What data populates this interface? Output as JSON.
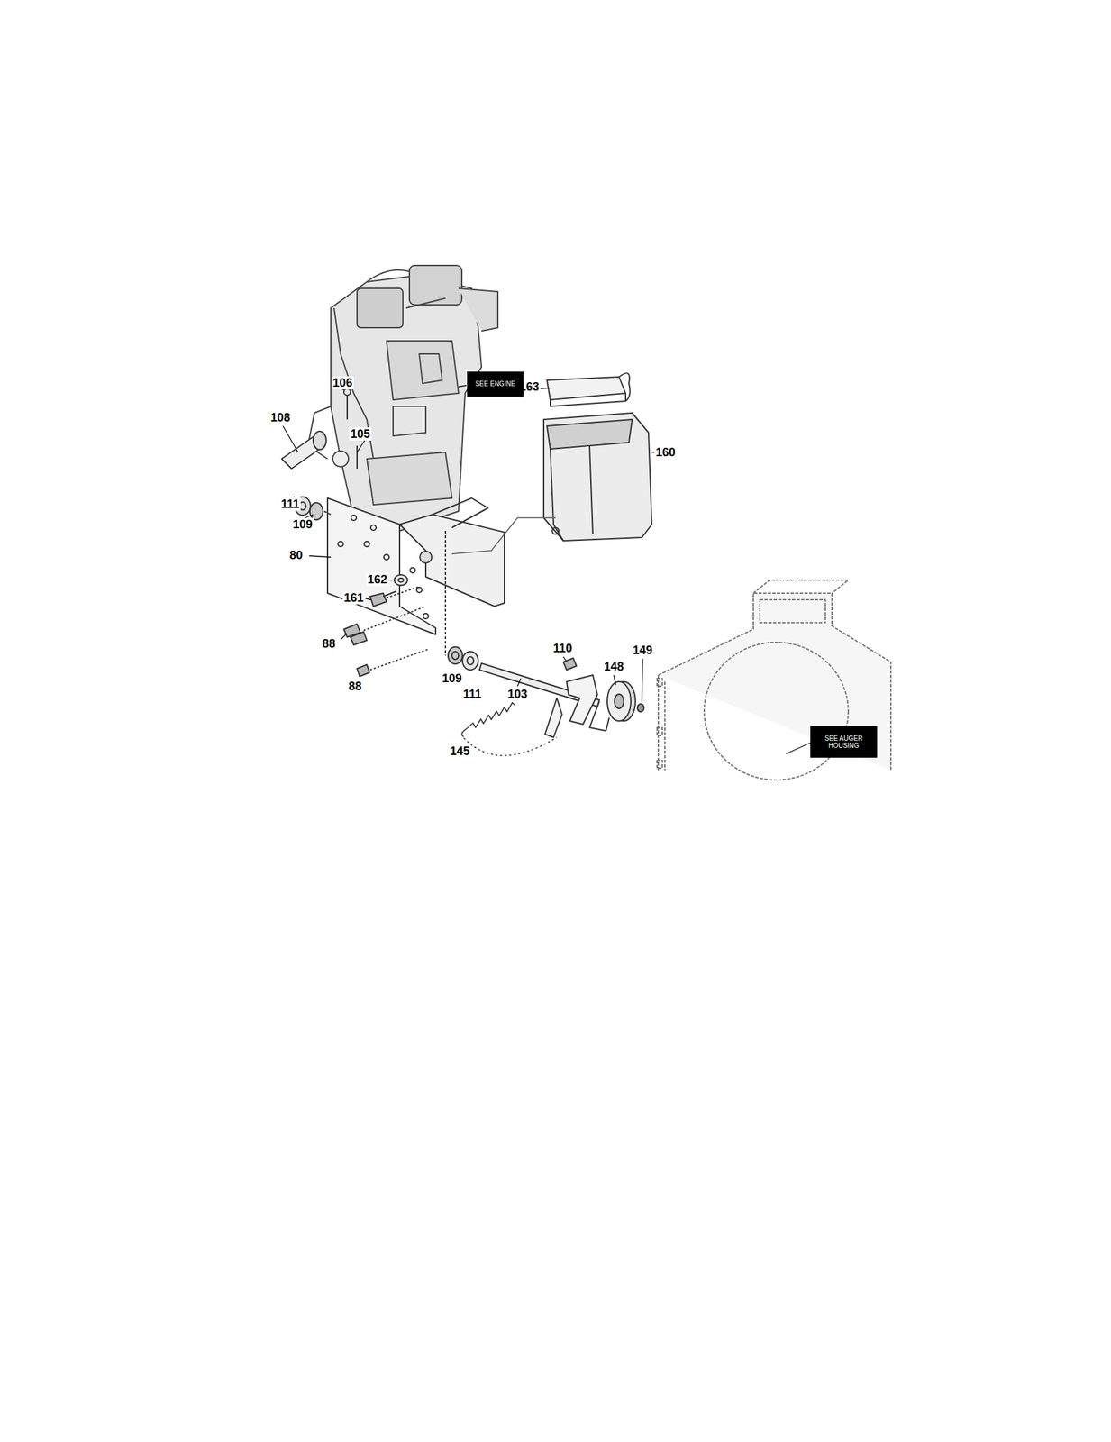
{
  "diagram": {
    "nodes": [
      {
        "text": [
          "SEE ENGINE"
        ]
      },
      {
        "text": [
          "SEE AUGER HOUSING"
        ]
      }
    ],
    "labels": [
      "108",
      "106",
      "105",
      "111",
      "109",
      "80",
      "162",
      "161",
      "88",
      "88",
      "109",
      "111",
      "110",
      "148",
      "149",
      "103",
      "145",
      "163",
      "160"
    ]
  }
}
